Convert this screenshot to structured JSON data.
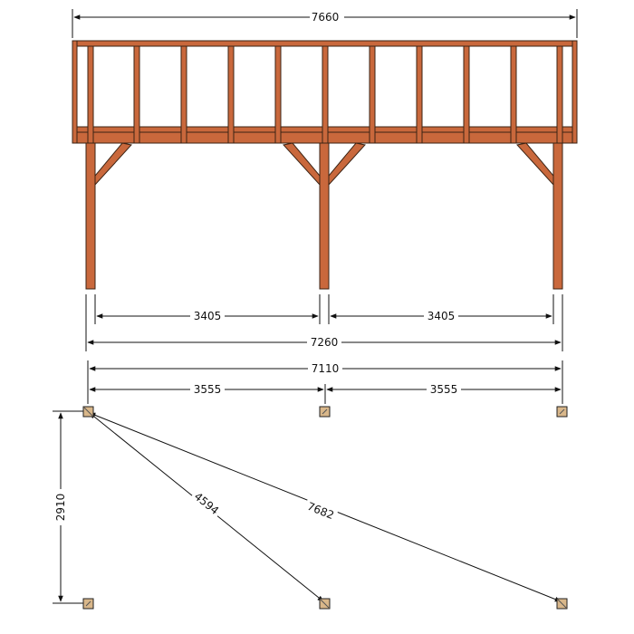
{
  "drawing": {
    "colors": {
      "timber": "#c9683c",
      "timber_outline": "#3b2314",
      "dimension_line": "#111111",
      "footing": "#d9b78a"
    },
    "elevation_dimensions": {
      "overall_roof_width": "7660",
      "post_span_left": "3405",
      "post_span_right": "3405",
      "overall_post_width": "7260"
    },
    "plan_dimensions": {
      "center_to_center_total": "7110",
      "center_span_left": "3555",
      "center_span_right": "3555",
      "depth": "2910",
      "diagonal_short": "4594",
      "diagonal_long": "7682"
    }
  }
}
